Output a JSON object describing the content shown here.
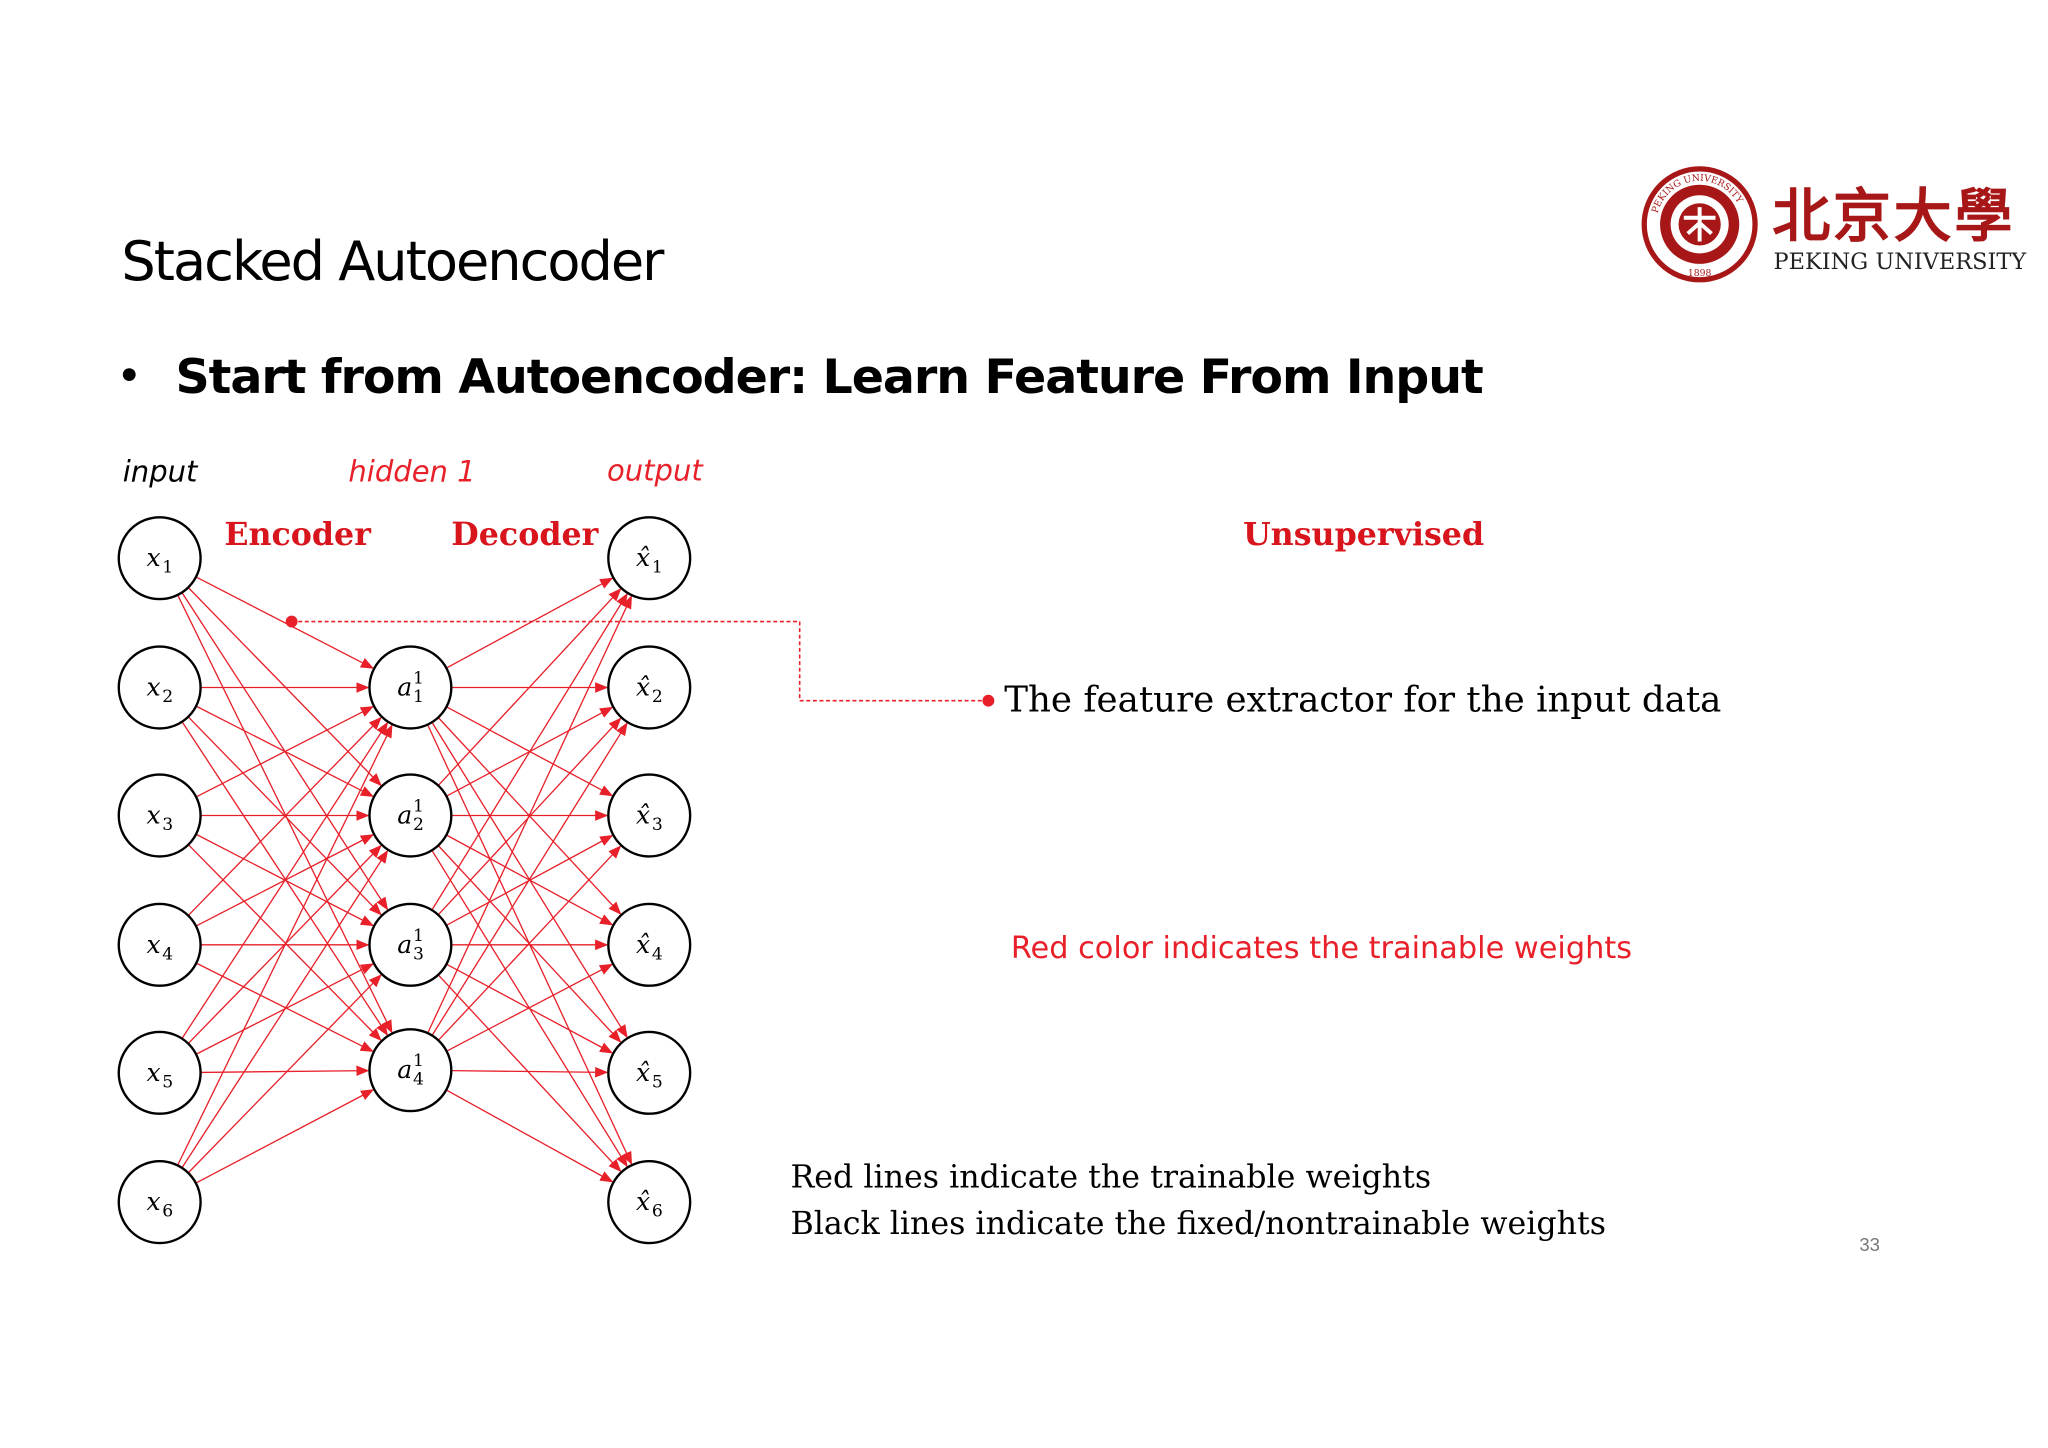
{
  "slide": {
    "title": "Stacked Autoencoder",
    "bullet": "Start from Autoencoder: Learn Feature From Input",
    "page_number": "33"
  },
  "logo": {
    "name_cn": "北京大學",
    "name_en": "PEKING UNIVERSITY",
    "seal_text": "PEKING UNIVERSITY",
    "seal_year": "1898",
    "accent_color": "#a81717"
  },
  "diagram": {
    "layer_labels": {
      "input": "input",
      "hidden": "hidden 1",
      "output": "output"
    },
    "section_labels": {
      "encoder": "Encoder",
      "decoder": "Decoder"
    },
    "input_nodes": [
      "x",
      "x",
      "x",
      "x",
      "x",
      "x"
    ],
    "input_subs": [
      "1",
      "2",
      "3",
      "4",
      "5",
      "6"
    ],
    "hidden_nodes": [
      "a",
      "a",
      "a",
      "a"
    ],
    "hidden_subs": [
      "1",
      "2",
      "3",
      "4"
    ],
    "hidden_sup": "1",
    "output_nodes": [
      "x̂",
      "x̂",
      "x̂",
      "x̂",
      "x̂",
      "x̂"
    ],
    "output_subs": [
      "1",
      "2",
      "3",
      "4",
      "5",
      "6"
    ],
    "weight_color": "#e8202a"
  },
  "annotations": {
    "unsupervised": "Unsupervised",
    "feature_extractor": "The feature extractor for the input data",
    "red_color_note": "Red color indicates the trainable weights",
    "legend_red": "Red lines indicate the trainable weights",
    "legend_black": "Black lines indicate the fixed/nontrainable weights"
  }
}
